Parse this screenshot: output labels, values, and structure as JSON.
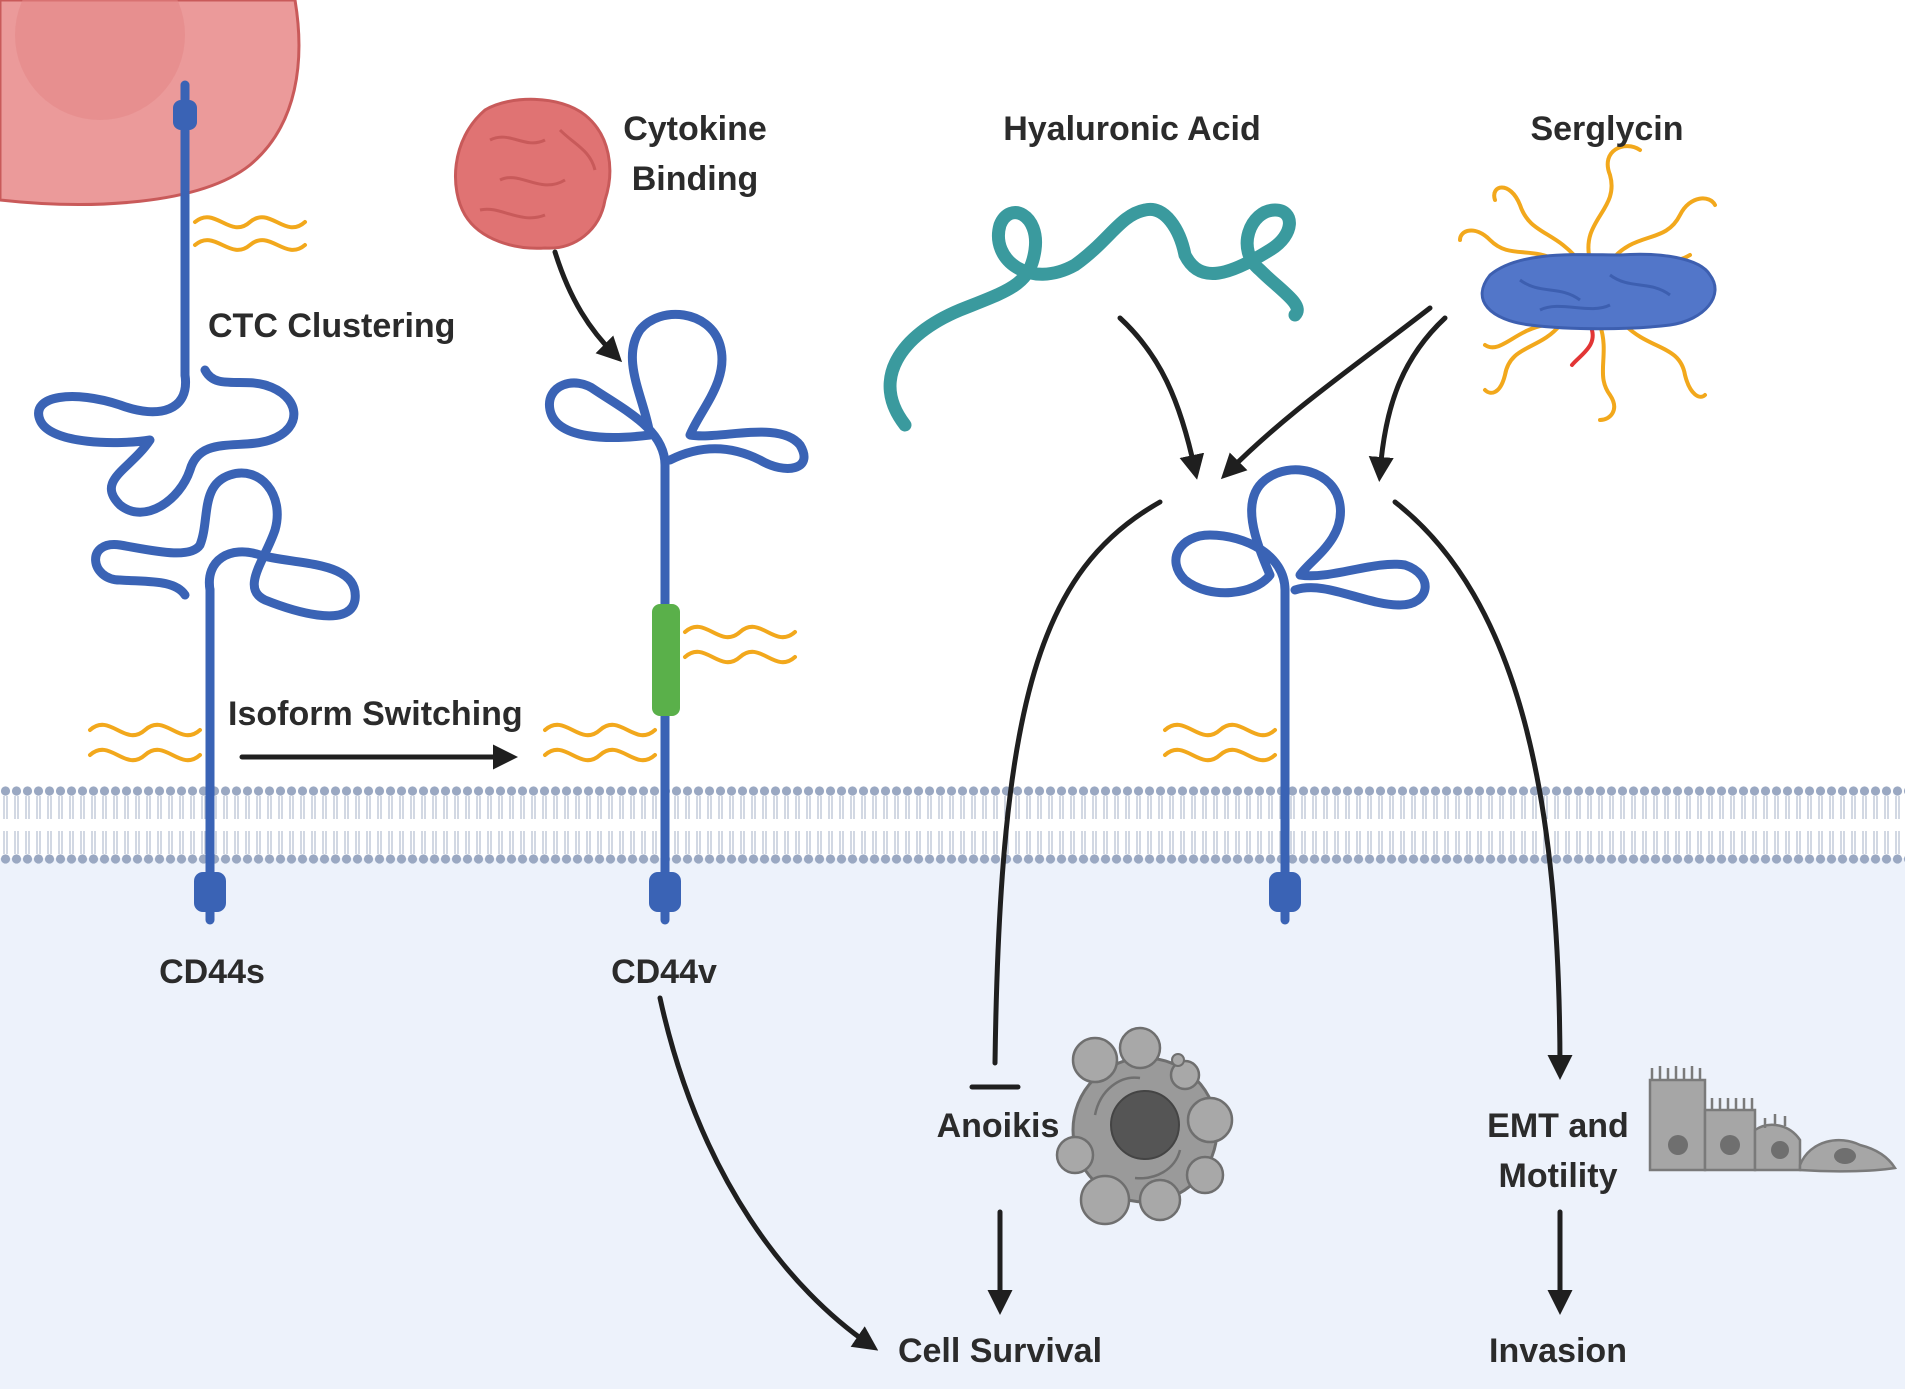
{
  "labels": {
    "ctc_clustering": "CTC Clustering",
    "cytokine_binding_1": "Cytokine",
    "cytokine_binding_2": "Binding",
    "hyaluronic_acid": "Hyaluronic Acid",
    "serglycin": "Serglycin",
    "isoform_switching": "Isoform Switching",
    "cd44s": "CD44s",
    "cd44v": "CD44v",
    "anoikis": "Anoikis",
    "emt_1": "EMT and",
    "emt_2": "Motility",
    "cell_survival": "Cell Survival",
    "invasion": "Invasion"
  },
  "colors": {
    "receptor": "#3a63b5",
    "variant_exon": "#5ab04a",
    "glycan": "#f2a81c",
    "hyaluronic_acid": "#3a9a9e",
    "cytokine": "#e07373",
    "serglycin_core": "#5276c9",
    "cell": "#eb9a9a",
    "membrane": "#9aa8c2",
    "cytoplasm": "#edf2fb",
    "arrow": "#1f1f1f",
    "apoptotic_cell": "#9a9a9a"
  },
  "icons": {
    "neighbor_cell": "cell-icon",
    "cytokine": "cytokine-blob-icon",
    "hyaluronic_acid": "hyaluronic-acid-strand-icon",
    "serglycin": "serglycin-proteoglycan-icon",
    "apoptotic_cell": "apoptotic-cell-icon",
    "emt_cells": "epithelial-mesenchymal-cells-icon"
  }
}
